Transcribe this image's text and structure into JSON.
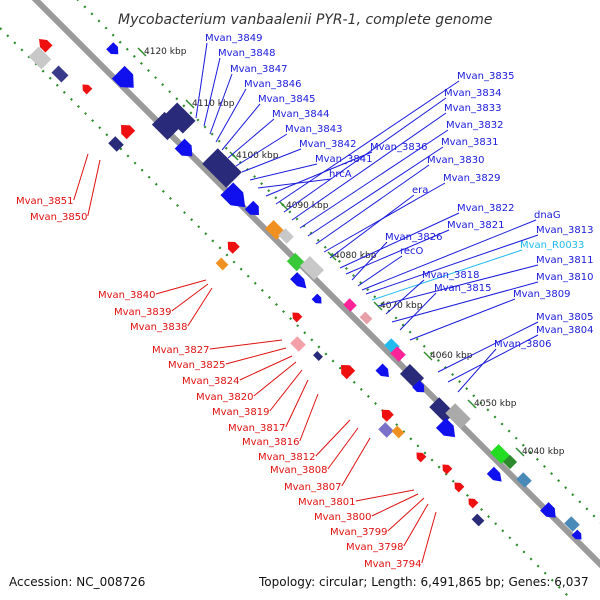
{
  "title": "Mycobacterium vanbaalenii PYR-1, complete genome",
  "accession": "Accession: NC_008726",
  "summary": "Topology: circular; Length: 6,491,865 bp; Genes: 6,037",
  "colors": {
    "backbone": "#9a9a9a",
    "dotted_track": "#2e8b2e",
    "forward_label": "#1a1adc",
    "reverse_label": "#e01010",
    "rna_label": "#22bbee",
    "forward_gene": "#1010ee",
    "reverse_gene": "#ee1010",
    "dark_gene": "#2a2a7a"
  },
  "ticks": [
    {
      "label": "4120 kbp"
    },
    {
      "label": "4110 kbp"
    },
    {
      "label": "4100 kbp"
    },
    {
      "label": "4090 kbp"
    },
    {
      "label": "4080 kbp"
    },
    {
      "label": "4070 kbp"
    },
    {
      "label": "4060 kbp"
    },
    {
      "label": "4050 kbp"
    },
    {
      "label": "4040 kbp"
    }
  ],
  "forward_labels": [
    {
      "text": "Mvan_3849"
    },
    {
      "text": "Mvan_3848"
    },
    {
      "text": "Mvan_3847"
    },
    {
      "text": "Mvan_3846"
    },
    {
      "text": "Mvan_3845"
    },
    {
      "text": "Mvan_3844"
    },
    {
      "text": "Mvan_3843"
    },
    {
      "text": "Mvan_3842"
    },
    {
      "text": "Mvan_3841"
    },
    {
      "text": "hrcA"
    },
    {
      "text": "Mvan_3836"
    },
    {
      "text": "Mvan_3835"
    },
    {
      "text": "Mvan_3834"
    },
    {
      "text": "Mvan_3833"
    },
    {
      "text": "Mvan_3832"
    },
    {
      "text": "Mvan_3831"
    },
    {
      "text": "Mvan_3830"
    },
    {
      "text": "Mvan_3829"
    },
    {
      "text": "era"
    },
    {
      "text": "Mvan_3822"
    },
    {
      "text": "Mvan_3821"
    },
    {
      "text": "Mvan_3826"
    },
    {
      "text": "recO"
    },
    {
      "text": "dnaG"
    },
    {
      "text": "Mvan_3813"
    },
    {
      "text": "Mvan_R0033",
      "rna": true
    },
    {
      "text": "Mvan_3811"
    },
    {
      "text": "Mvan_3818"
    },
    {
      "text": "Mvan_3810"
    },
    {
      "text": "Mvan_3815"
    },
    {
      "text": "Mvan_3809"
    },
    {
      "text": "Mvan_3805"
    },
    {
      "text": "Mvan_3804"
    },
    {
      "text": "Mvan_3806"
    }
  ],
  "reverse_labels": [
    {
      "text": "Mvan_3851"
    },
    {
      "text": "Mvan_3850"
    },
    {
      "text": "Mvan_3840"
    },
    {
      "text": "Mvan_3839"
    },
    {
      "text": "Mvan_3838"
    },
    {
      "text": "Mvan_3827"
    },
    {
      "text": "Mvan_3825"
    },
    {
      "text": "Mvan_3824"
    },
    {
      "text": "Mvan_3820"
    },
    {
      "text": "Mvan_3819"
    },
    {
      "text": "Mvan_3817"
    },
    {
      "text": "Mvan_3816"
    },
    {
      "text": "Mvan_3812"
    },
    {
      "text": "Mvan_3808"
    },
    {
      "text": "Mvan_3807"
    },
    {
      "text": "Mvan_3801"
    },
    {
      "text": "Mvan_3800"
    },
    {
      "text": "Mvan_3799"
    },
    {
      "text": "Mvan_3798"
    },
    {
      "text": "Mvan_3794"
    }
  ]
}
